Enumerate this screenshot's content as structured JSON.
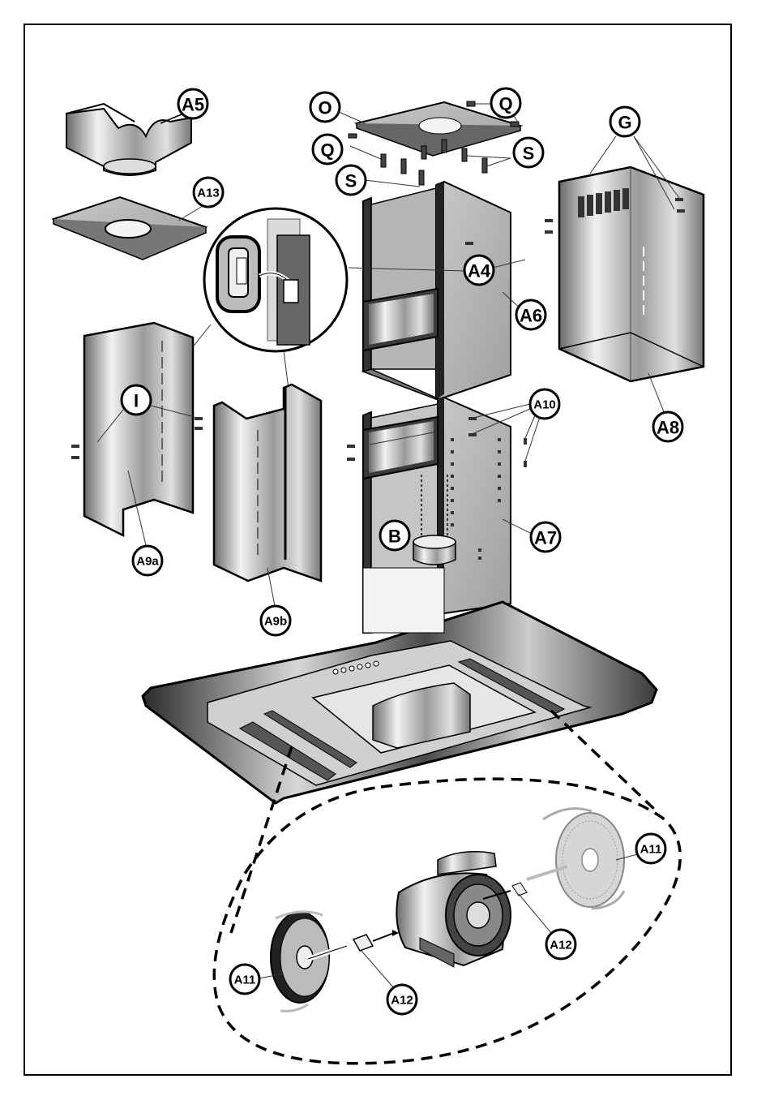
{
  "diagram": {
    "labels": {
      "A5": "A5",
      "A13": "A13",
      "O": "O",
      "Q_top": "Q",
      "Q_left": "Q",
      "S_right": "S",
      "S_left": "S",
      "G": "G",
      "A4": "A4",
      "A6": "A6",
      "A8": "A8",
      "I": "I",
      "A9a": "A9a",
      "A9b": "A9b",
      "A10": "A10",
      "B": "B",
      "A7": "A7",
      "A11_right": "A11",
      "A12_right": "A12",
      "A11_left": "A11",
      "A12_left": "A12"
    },
    "colors": {
      "steel_light": "#e8e8e8",
      "steel_mid": "#a8a8a8",
      "steel_dark": "#555555",
      "outline": "#000000",
      "background": "#ffffff"
    }
  }
}
